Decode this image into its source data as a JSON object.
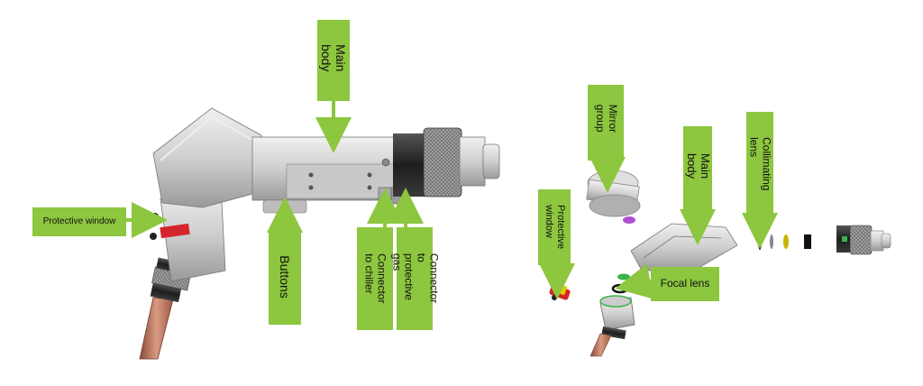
{
  "labels": {
    "main_body_left": "Main body",
    "protective_window_left": "Protective window",
    "buttons": "Buttons",
    "connector_chiller": "Connector to chiller",
    "connector_gas": "Connector to protective gas",
    "mirror_group": "Mirror group",
    "protective_window_right": "Protective window",
    "main_body_right": "Main body",
    "collimating_lens": "Collimating lens",
    "focal_lens": "Focal lens"
  },
  "colors": {
    "label_bg": "#8dc63f",
    "metal_light": "#d9d9d9",
    "metal_mid": "#b7b7b7",
    "metal_dark": "#2b2b2b",
    "copper": "#c9826b",
    "red_band": "#d4252a",
    "green_ring": "#3cb44b",
    "purple_ring": "#b04fd0",
    "yellow_ring": "#c9b400"
  }
}
